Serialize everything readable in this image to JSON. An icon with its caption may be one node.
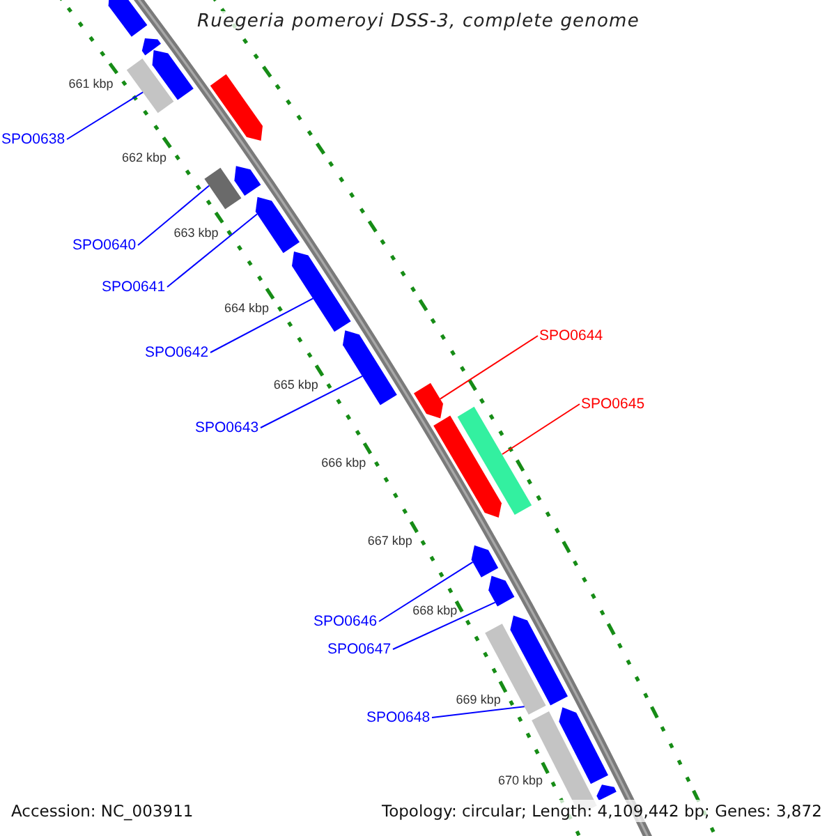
{
  "diagram": {
    "title": "Ruegeria pomeroyi DSS-3, complete genome",
    "nodes": [
      {
        "text": [
          "SPO0638"
        ]
      },
      {
        "text": [
          "SPO0640"
        ]
      },
      {
        "text": [
          "SPO0641"
        ]
      },
      {
        "text": [
          "SPO0642"
        ]
      },
      {
        "text": [
          "SPO0643"
        ]
      },
      {
        "text": [
          "SPO0644"
        ]
      },
      {
        "text": [
          "SPO0645"
        ]
      },
      {
        "text": [
          "SPO0646"
        ]
      },
      {
        "text": [
          "SPO0647"
        ]
      },
      {
        "text": [
          "SPO0648"
        ]
      },
      {
        "text": [],
        "shape": "pentagon"
      },
      {
        "text": [],
        "shape": "pentagon"
      },
      {
        "text": [],
        "shape": "pentagon"
      },
      {
        "text": [],
        "shape": "bar"
      },
      {
        "text": [],
        "shape": "pentagon"
      },
      {
        "text": [],
        "shape": "bar"
      },
      {
        "text": [],
        "shape": "pentagon"
      },
      {
        "text": [],
        "shape": "pentagon"
      },
      {
        "text": [],
        "shape": "pentagon"
      },
      {
        "text": [],
        "shape": "pentagon"
      },
      {
        "text": [],
        "shape": "pentagon"
      },
      {
        "text": [],
        "shape": "pentagon"
      },
      {
        "text": [],
        "shape": "bar"
      },
      {
        "text": [],
        "shape": "pentagon"
      },
      {
        "text": [],
        "shape": "pentagon"
      },
      {
        "text": [],
        "shape": "pentagon"
      },
      {
        "text": [],
        "shape": "bar"
      },
      {
        "text": [],
        "shape": "pentagon"
      },
      {
        "text": [],
        "shape": "bar"
      },
      {
        "text": [],
        "shape": "pentagon"
      }
    ],
    "edges": [
      {
        "from": 0,
        "to": 13,
        "arrow": "none"
      },
      {
        "from": 1,
        "to": 15,
        "arrow": "none"
      },
      {
        "from": 2,
        "to": 17,
        "arrow": "none"
      },
      {
        "from": 3,
        "to": 18,
        "arrow": "none"
      },
      {
        "from": 4,
        "to": 19,
        "arrow": "none"
      },
      {
        "from": 5,
        "to": 20,
        "arrow": "none",
        "color": "#ff0000"
      },
      {
        "from": 6,
        "to": 22,
        "arrow": "none",
        "color": "#ff0000"
      },
      {
        "from": 7,
        "to": 23,
        "arrow": "none"
      },
      {
        "from": 8,
        "to": 24,
        "arrow": "none"
      },
      {
        "from": 9,
        "to": 26,
        "arrow": "none"
      }
    ],
    "labels": [
      "661 kbp",
      "662 kbp",
      "663 kbp",
      "664 kbp",
      "665 kbp",
      "666 kbp",
      "667 kbp",
      "668 kbp",
      "669 kbp",
      "670 kbp",
      "Accession: NC_003911",
      "Topology: circular; Length: 4,109,442 bp; Genes: 3,872"
    ]
  }
}
